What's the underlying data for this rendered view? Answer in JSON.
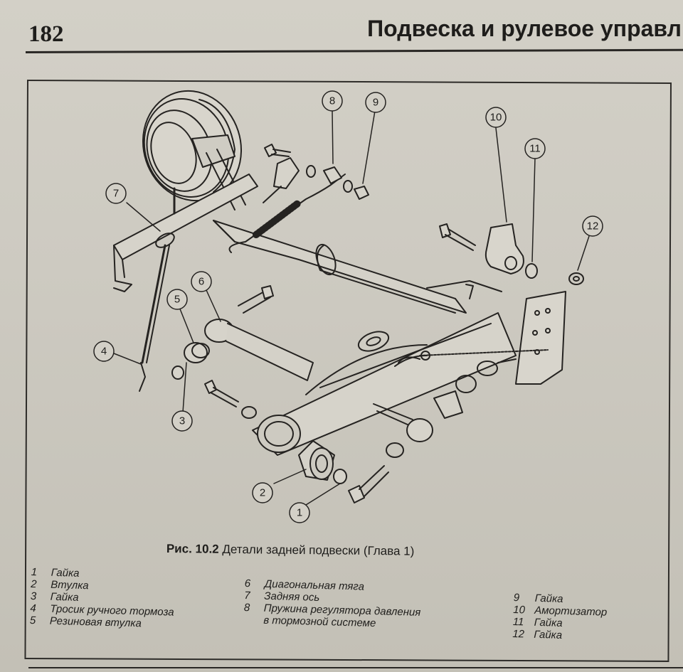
{
  "page": {
    "number": "182",
    "running_head": "Подвеска и рулевое управл"
  },
  "figure": {
    "callouts": [
      "1",
      "2",
      "3",
      "4",
      "5",
      "6",
      "7",
      "8",
      "9",
      "10",
      "11",
      "12"
    ],
    "caption_label": "Рис. 10.2",
    "caption_text": "Детали задней подвески (Глава 1)"
  },
  "legend": {
    "col1": [
      {
        "num": "1",
        "text": "Гайка"
      },
      {
        "num": "2",
        "text": "Втулка"
      },
      {
        "num": "3",
        "text": "Гайка"
      },
      {
        "num": "4",
        "text": "Тросик ручного тормоза"
      },
      {
        "num": "5",
        "text": "Резиновая втулка"
      }
    ],
    "col2": [
      {
        "num": "6",
        "text": "Диагональная тяга"
      },
      {
        "num": "7",
        "text": "Задняя ось"
      },
      {
        "num": "8",
        "text": "Пружина регулятора давления"
      },
      {
        "num": "",
        "text": "в тормозной системе"
      }
    ],
    "col3": [
      {
        "num": "9",
        "text": "Гайка"
      },
      {
        "num": "10",
        "text": "Амортизатор"
      },
      {
        "num": "11",
        "text": "Гайка"
      },
      {
        "num": "12",
        "text": "Гайка"
      }
    ]
  }
}
